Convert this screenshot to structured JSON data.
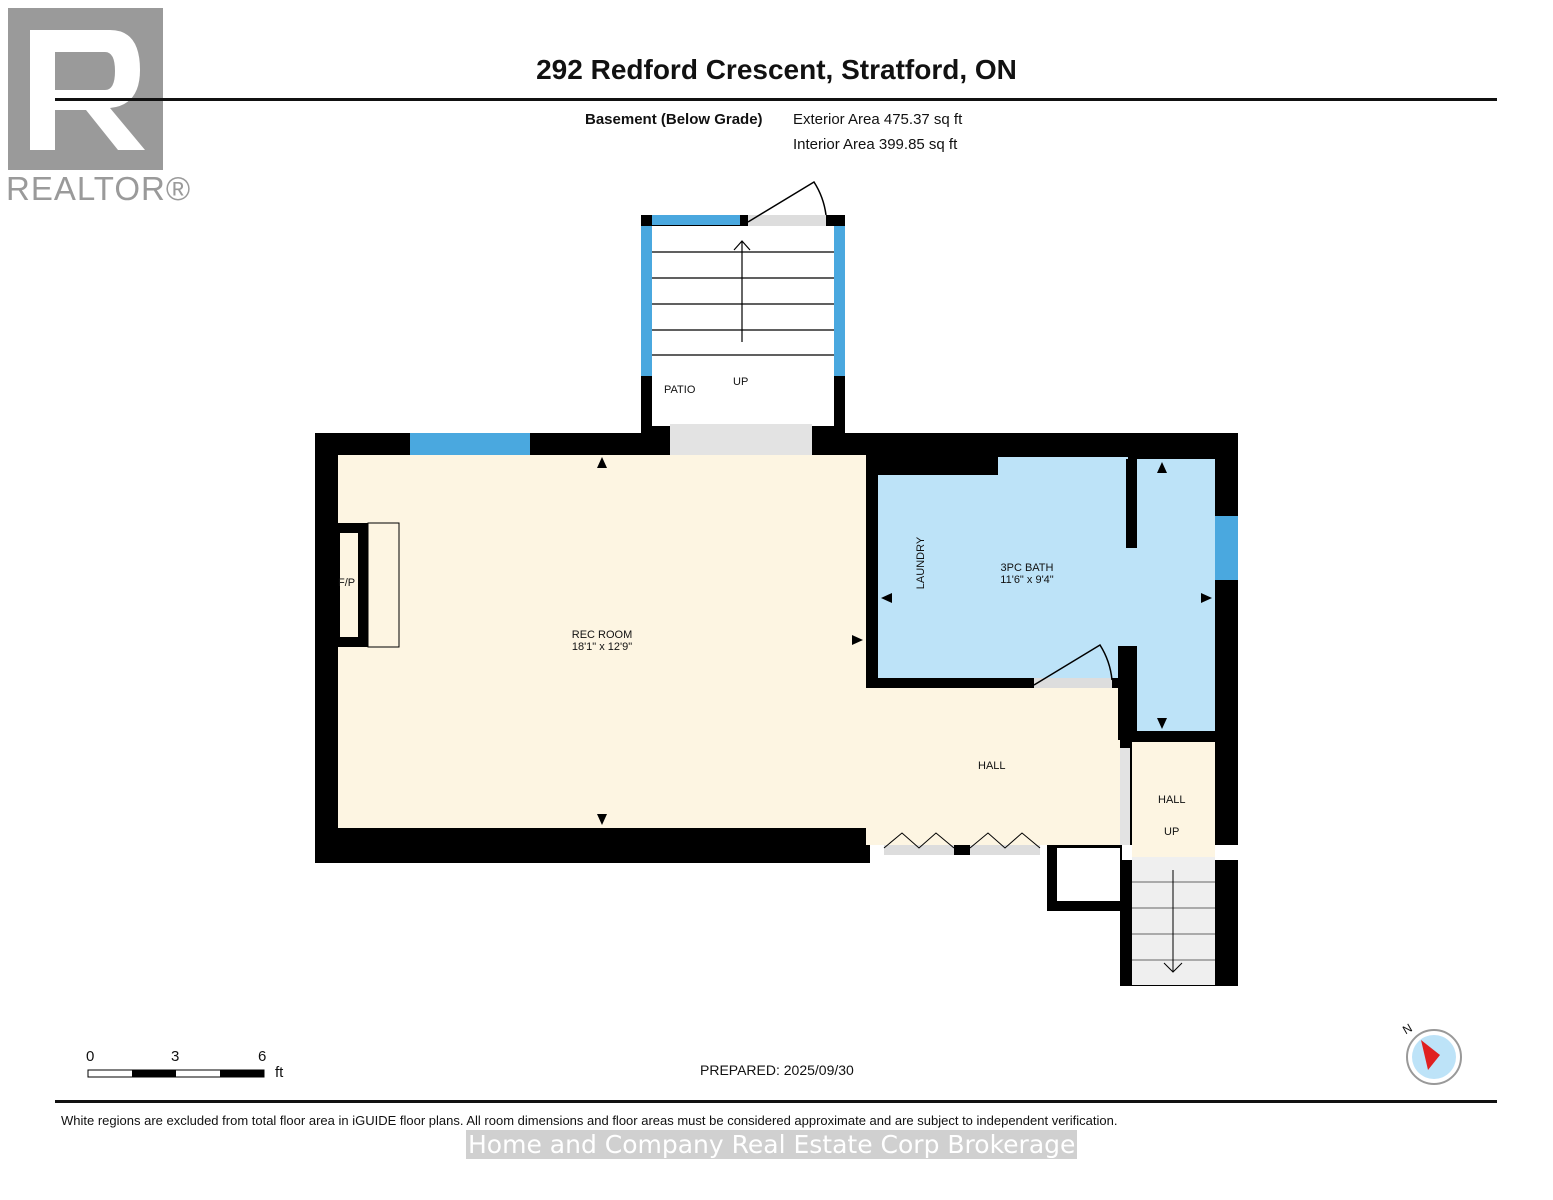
{
  "header": {
    "title": "292 Redford Crescent, Stratford, ON",
    "level": "Basement (Below Grade)",
    "exterior_area": "Exterior Area 475.37 sq ft",
    "interior_area": "Interior Area 399.85 sq ft"
  },
  "logo": {
    "text": "REALTOR®"
  },
  "rooms": {
    "patio": "PATIO",
    "patio_up": "UP",
    "rec_room": "REC ROOM",
    "rec_room_dim": "18'1\" x 12'9\"",
    "fp": "F/P",
    "laundry": "LAUNDRY",
    "bath": "3PC BATH",
    "bath_dim": "11'6\" x 9'4\"",
    "hall": "HALL",
    "hall2": "HALL",
    "hall2_up": "UP"
  },
  "scale": {
    "ticks": [
      "0",
      "3",
      "6"
    ],
    "unit": "ft"
  },
  "compass": {
    "label": "N"
  },
  "footer": {
    "prepared": "PREPARED: 2025/09/30",
    "disclaimer": "White regions are excluded from total floor area in iGUIDE floor plans. All room dimensions and floor areas must be considered approximate and are subject to independent verification.",
    "brokerage": "Home and Company Real Estate Corp Brokerage"
  },
  "colors": {
    "room_cream": "#fdf5e2",
    "room_blue": "#bde3f8",
    "window": "#4aa8df",
    "wall": "#000000"
  }
}
